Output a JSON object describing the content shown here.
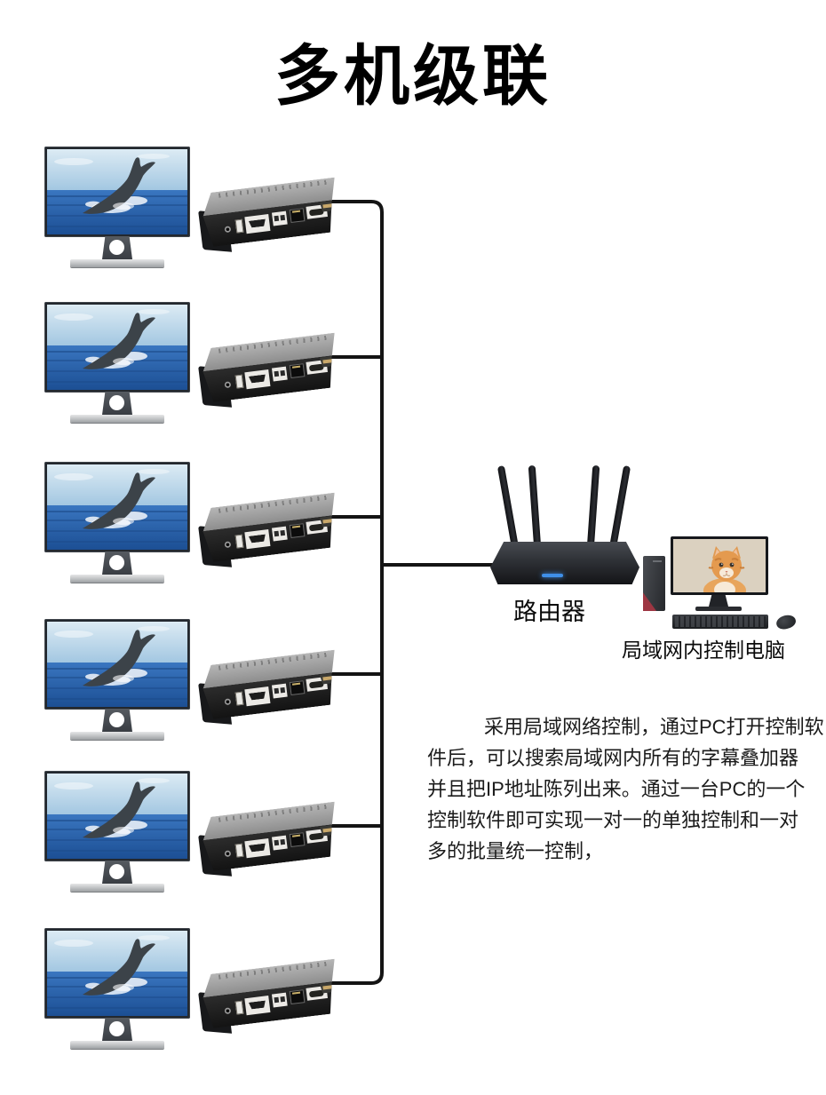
{
  "title": "多机级联",
  "diagram": {
    "monitor_count": 6,
    "device_count": 6,
    "router_label": "路由器",
    "pc_label": "局域网内控制电脑"
  },
  "description": {
    "lines": [
      "采用局域网络控制，通过PC打开控制软",
      "件后，可以搜索局域网内所有的字幕叠加器",
      "并且把IP地址陈列出来。通过一台PC的一个",
      "控制软件即可实现一对一的单独控制和一对",
      "多的批量统一控制，"
    ]
  },
  "colors": {
    "background": "#ffffff",
    "wire": "#141414",
    "title_text": "#000000",
    "router_led": "#3f8fe8",
    "tower_accent_red": "#9d3642",
    "sea_blue": "#1c4f94",
    "sky_blue": "#9ec4e0"
  }
}
